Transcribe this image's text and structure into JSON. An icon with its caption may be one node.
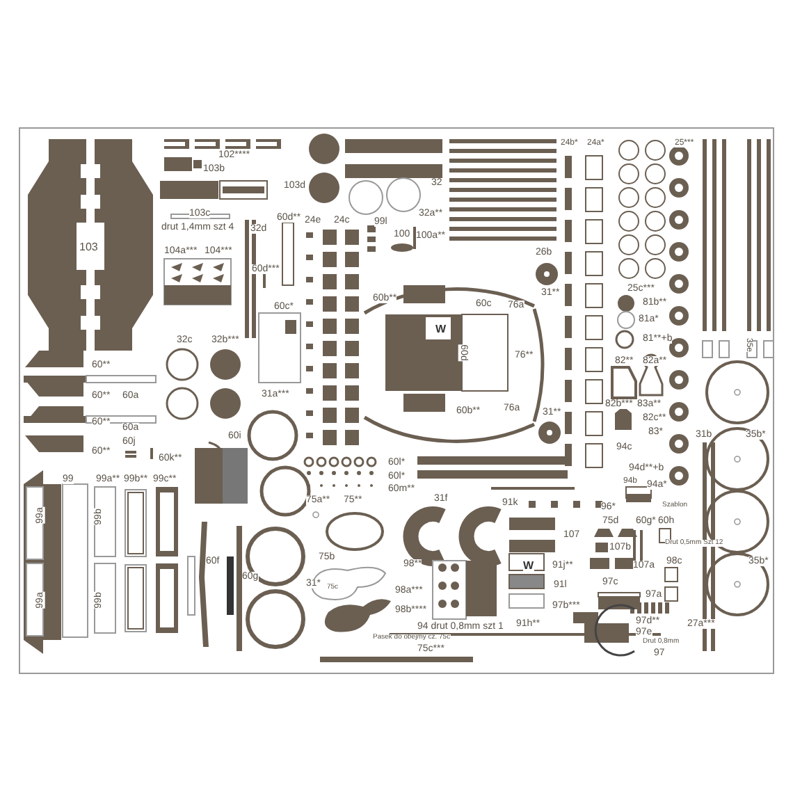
{
  "diagram": {
    "labels": [
      "102****",
      "103b",
      "103d",
      "103c",
      "drut 1,4mm szt 4",
      "32d",
      "103",
      "104a***",
      "104***",
      "60d**",
      "24e",
      "24c",
      "99l",
      "100",
      "100a**",
      "32",
      "32a**",
      "24b*",
      "24a*",
      "25***",
      "60d***",
      "60c*",
      "60b**",
      "60c",
      "76a",
      "W",
      "60d",
      "26b",
      "31**",
      "25c***",
      "81b**",
      "81a*",
      "81**+b",
      "76**",
      "82**",
      "82a**",
      "32c",
      "32b***",
      "60**",
      "60**",
      "60a",
      "60**",
      "60a",
      "60j",
      "60**",
      "60k**",
      "60i",
      "31a***",
      "60b**",
      "76a",
      "31**",
      "82b***",
      "83a**",
      "82c**",
      "83*",
      "94c",
      "35e",
      "31b",
      "35b*",
      "60l*",
      "60l*",
      "60m**",
      "99",
      "99a**",
      "99b**",
      "99c**",
      "99a",
      "99a",
      "99b",
      "99b",
      "75a**",
      "75**",
      "31f",
      "91k",
      "94d**+b",
      "94b",
      "94a*",
      "96*",
      "Szablon",
      "75d",
      "60g*",
      "60h",
      "Drut 0,5mm Szt 12",
      "107",
      "107b",
      "60f",
      "60g",
      "75b",
      "75c",
      "31*",
      "98**",
      "98a***",
      "98b****",
      "W",
      "91j**",
      "107a",
      "98c",
      "91l",
      "97c",
      "97a",
      "35b*",
      "97b***",
      "94 drut 0,8mm szt 1",
      "91h**",
      "97d**",
      "97e",
      "27a***",
      "Pasek do obejmy cz. 75c",
      "75c***",
      "Drut 0,8mm",
      "97"
    ]
  }
}
